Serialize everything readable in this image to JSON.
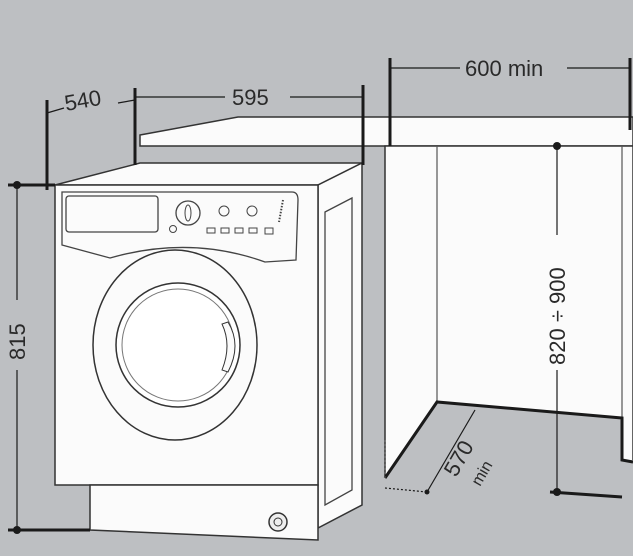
{
  "dimensions": {
    "depth": "540",
    "width": "595",
    "clearance": "600 min",
    "height": "815",
    "worktop_height": "820 ÷ 900",
    "niche_depth": "570",
    "niche_depth_suffix": "min"
  },
  "colors": {
    "background": "#bdbfc2",
    "line": "#1a1a1a",
    "appliance": "#fbfbfb"
  }
}
